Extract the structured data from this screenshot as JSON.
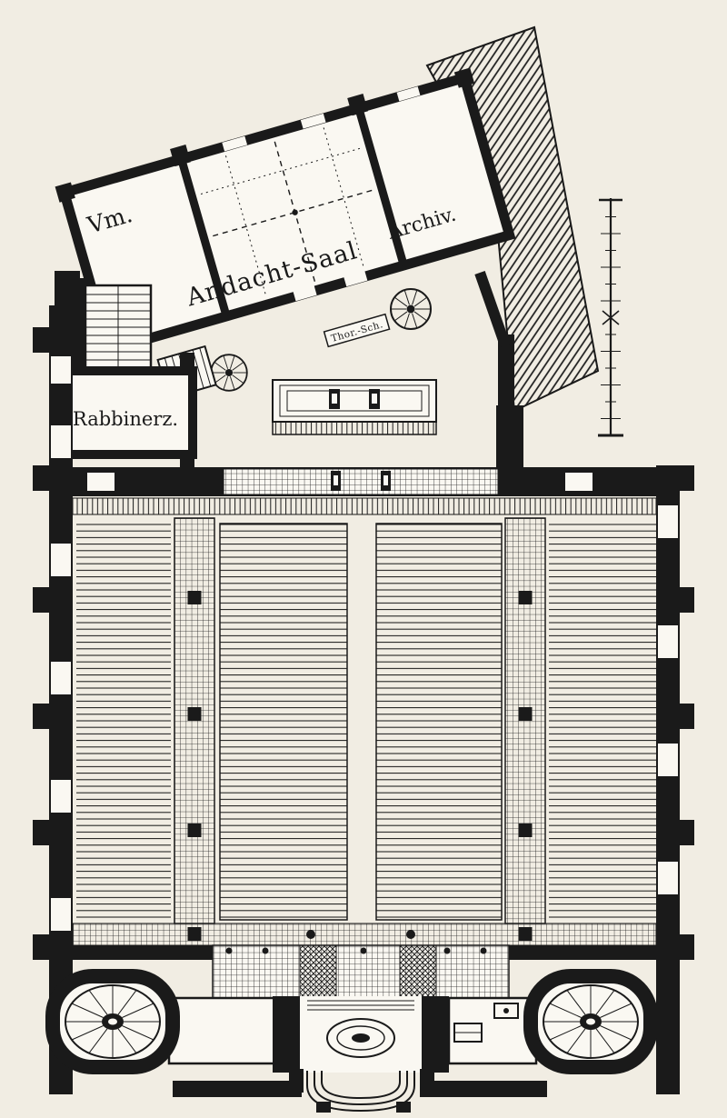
{
  "meta": {
    "artifact": "engraved ground-floor plan (historic synagogue)",
    "paper_color": "#f1ede3",
    "room_color": "#faf8f2",
    "ink_color": "#1a1a1a"
  },
  "rooms": {
    "vm": "Vm.",
    "andacht_saal": "Andacht-Saal",
    "archiv": "Archiv.",
    "rabbinerzimmer": "Rabbinerz.",
    "thora_schrein": "Thor.-Sch."
  }
}
